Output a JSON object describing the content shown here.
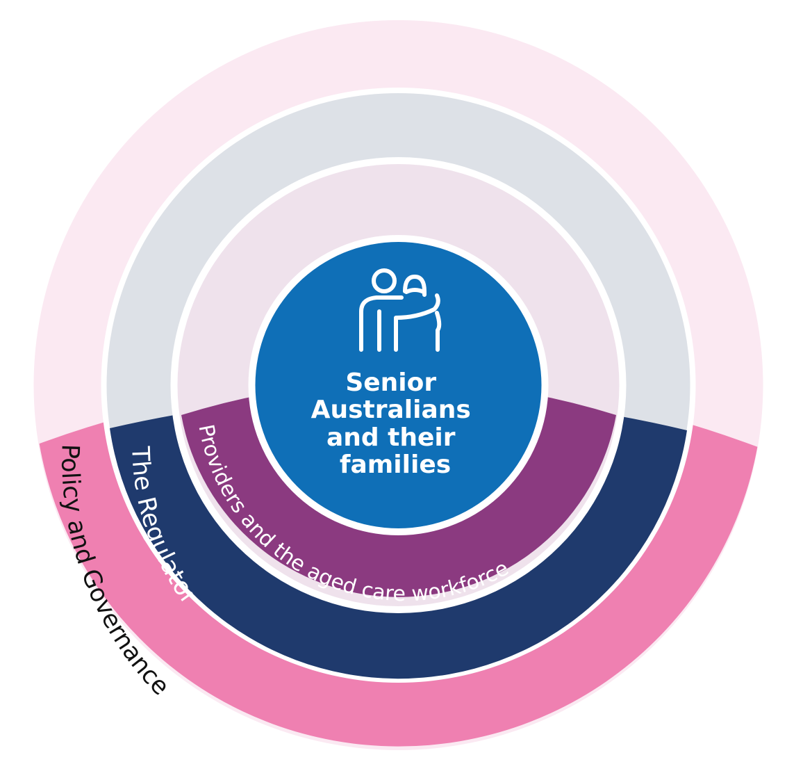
{
  "colors": {
    "outer_light": "#fbe9f2",
    "outer_bright": "#ef80b1",
    "middle_light": "#dde1e7",
    "middle_dark": "#1f3a6d",
    "inner_light": "#efe2ec",
    "inner_dark": "#8b3a80",
    "center": "#0f6fb7",
    "separator": "#ffffff",
    "label_dark": "#111111",
    "label_light": "#ffffff"
  },
  "rings": {
    "policy": {
      "label": "Policy and Governance"
    },
    "regulator": {
      "label": "The Regulator"
    },
    "providers": {
      "label": "Providers and the aged care workforce"
    }
  },
  "center": {
    "icon": "people-support-icon",
    "lines": [
      "Senior",
      "Australians",
      "and their",
      "families"
    ]
  }
}
